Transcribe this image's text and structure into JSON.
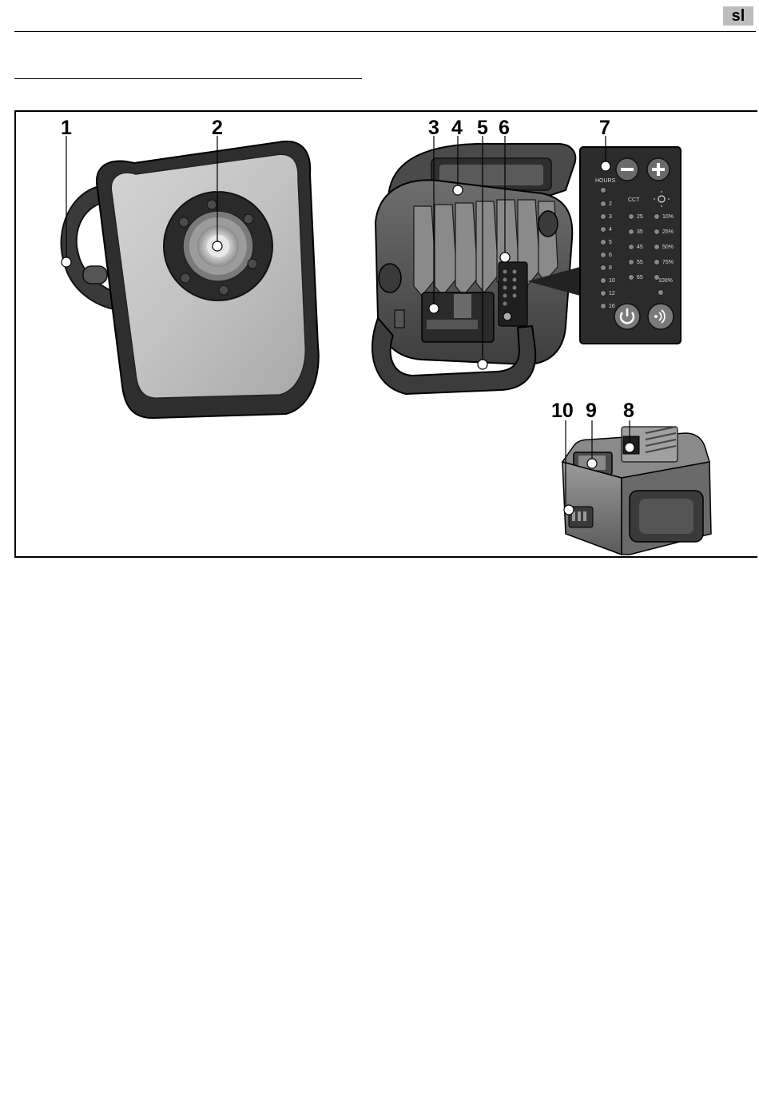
{
  "header": {
    "language_badge": "sl"
  },
  "figure": {
    "callouts": [
      "1",
      "2",
      "3",
      "4",
      "5",
      "6",
      "7",
      "8",
      "9",
      "10"
    ],
    "panel": {
      "timer_label": "HOURS",
      "cct_label": "CCT",
      "timer_values": [
        "2",
        "3",
        "4",
        "5",
        "6",
        "8",
        "10",
        "12",
        "16"
      ],
      "cct_values": [
        "25",
        "35",
        "45",
        "55",
        "65"
      ],
      "brightness_values": [
        "10%",
        "25%",
        "50%",
        "75%",
        "100%"
      ]
    }
  }
}
